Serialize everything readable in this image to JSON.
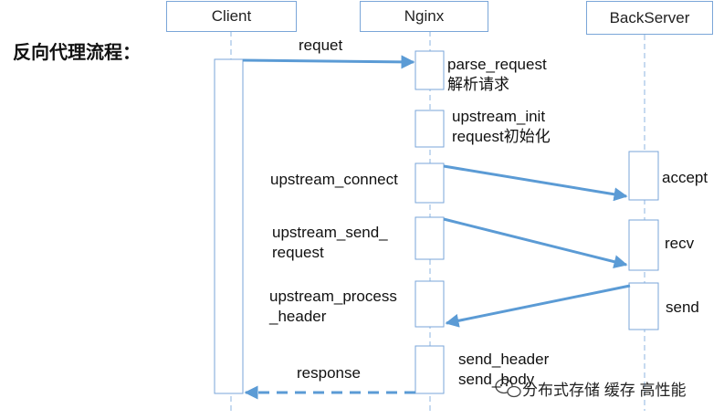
{
  "title": "反向代理流程：",
  "participants": {
    "client": "Client",
    "nginx": "Nginx",
    "backserver": "BackServer"
  },
  "labels": {
    "request": "requet",
    "parse_request": [
      "parse_request",
      "解析请求"
    ],
    "upstream_init": [
      "upstream_init",
      "request初始化"
    ],
    "upstream_connect": "upstream_connect",
    "accept": "accept",
    "upstream_send_request": [
      "upstream_send_",
      "request"
    ],
    "recv": "recv",
    "upstream_process_header": [
      "upstream_process",
      "_header"
    ],
    "send": "send",
    "send_header_body": [
      "send_header",
      "send_body"
    ],
    "response": "response"
  },
  "watermark": "分布式存储 缓存 高性能",
  "colors": {
    "arrow": "#5b9bd5",
    "border": "#7aa6d8",
    "lifeline": "#8db4e2"
  }
}
